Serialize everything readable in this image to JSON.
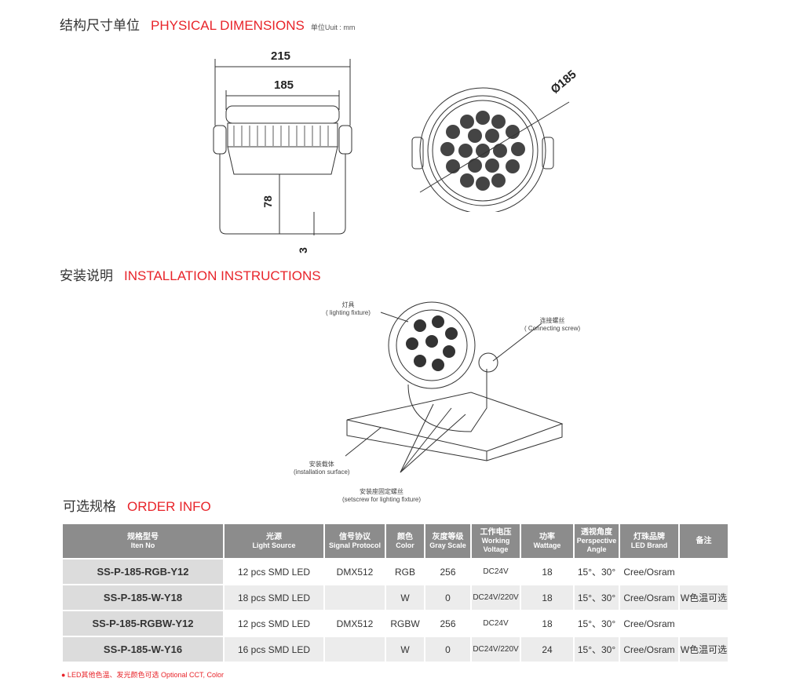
{
  "sections": {
    "dimensions": {
      "cn": "结构尺寸单位",
      "en": "PHYSICAL DIMENSIONS",
      "unit": "单位Uuit : mm"
    },
    "installation": {
      "cn": "安装说明",
      "en": "INSTALLATION INSTRUCTIONS"
    },
    "order": {
      "cn": "可选规格",
      "en": "ORDER INFO"
    }
  },
  "dimensions": {
    "width_total": "215",
    "width_inner": "185",
    "height": "78",
    "gap": "3",
    "diameter": "Ø185"
  },
  "installation_labels": {
    "fixture_cn": "灯具",
    "fixture_en": "( lighting fixture)",
    "screw_cn": "连接螺丝",
    "screw_en": "( Connecting screw)",
    "surface_cn": "安装载体",
    "surface_en": "(installation surface)",
    "setscrew_cn": "安装座固定螺丝",
    "setscrew_en": "(setscrew for lighting fixture)"
  },
  "table": {
    "headers": [
      {
        "cn": "规格型号",
        "en": "Iten No"
      },
      {
        "cn": "光源",
        "en": "Light Source"
      },
      {
        "cn": "信号协议",
        "en": "Signal Protocol"
      },
      {
        "cn": "颜色",
        "en": "Color"
      },
      {
        "cn": "灰度等级",
        "en": "Gray Scale"
      },
      {
        "cn": "工作电压",
        "en": "Working Voltage"
      },
      {
        "cn": "功率",
        "en": "Wattage"
      },
      {
        "cn": "透视角度",
        "en": "Perspective Angle"
      },
      {
        "cn": "灯珠品牌",
        "en": "LED Brand"
      },
      {
        "cn": "备注",
        "en": ""
      }
    ],
    "rows": [
      [
        "SS-P-185-RGB-Y12",
        "12 pcs SMD LED",
        "DMX512",
        "RGB",
        "256",
        "DC24V",
        "18",
        "15°、30°",
        "Cree/Osram",
        ""
      ],
      [
        "SS-P-185-W-Y18",
        "18 pcs SMD LED",
        "",
        "W",
        "0",
        "DC24V/220V",
        "18",
        "15°、30°",
        "Cree/Osram",
        "W色温可选"
      ],
      [
        "SS-P-185-RGBW-Y12",
        "12 pcs SMD LED",
        "DMX512",
        "RGBW",
        "256",
        "DC24V",
        "18",
        "15°、30°",
        "Cree/Osram",
        ""
      ],
      [
        "SS-P-185-W-Y16",
        "16 pcs SMD LED",
        "",
        "W",
        "0",
        "DC24V/220V",
        "24",
        "15°、30°",
        "Cree/Osram",
        "W色温可选"
      ]
    ]
  },
  "footnote": "● LED其他色温、发光颜色可选  Optional CCT, Color"
}
